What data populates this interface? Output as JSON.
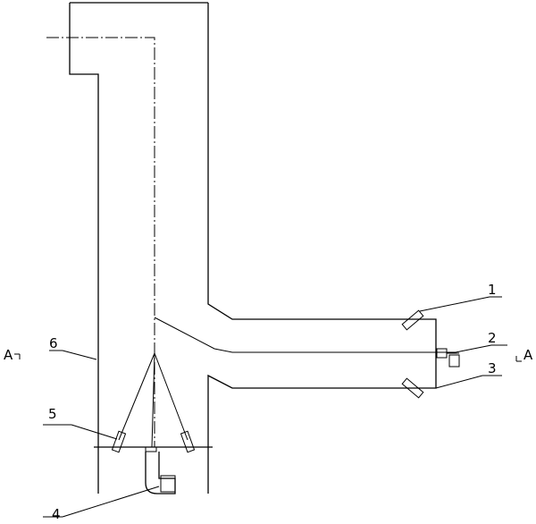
{
  "labels": {
    "part1": "1",
    "part2": "2",
    "part3": "3",
    "part4": "4",
    "part5": "5",
    "part6": "6",
    "section_left": "A",
    "section_right": "A"
  }
}
